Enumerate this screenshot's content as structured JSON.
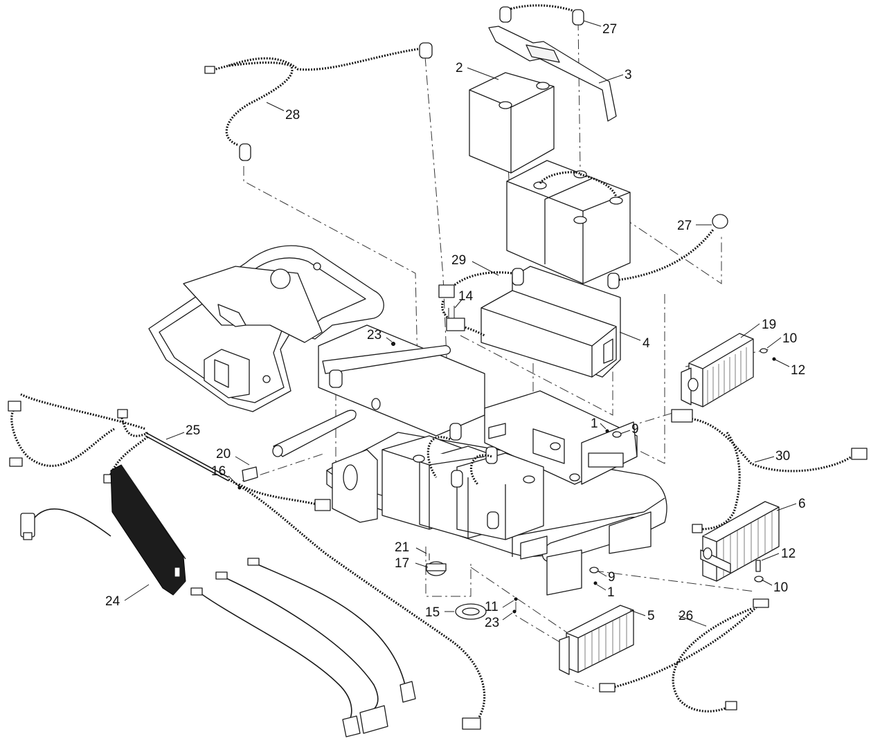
{
  "diagram": {
    "callouts": [
      {
        "id": "c-27a",
        "label": "27"
      },
      {
        "id": "c-2",
        "label": "2"
      },
      {
        "id": "c-3",
        "label": "3"
      },
      {
        "id": "c-28",
        "label": "28"
      },
      {
        "id": "c-27b",
        "label": "27"
      },
      {
        "id": "c-29",
        "label": "29"
      },
      {
        "id": "c-14",
        "label": "14"
      },
      {
        "id": "c-23a",
        "label": "23"
      },
      {
        "id": "c-4",
        "label": "4"
      },
      {
        "id": "c-19",
        "label": "19"
      },
      {
        "id": "c-10a",
        "label": "10"
      },
      {
        "id": "c-12a",
        "label": "12"
      },
      {
        "id": "c-25",
        "label": "25"
      },
      {
        "id": "c-1a",
        "label": "1"
      },
      {
        "id": "c-9a",
        "label": "9"
      },
      {
        "id": "c-30",
        "label": "30"
      },
      {
        "id": "c-20",
        "label": "20"
      },
      {
        "id": "c-16",
        "label": "16"
      },
      {
        "id": "c-6",
        "label": "6"
      },
      {
        "id": "c-21",
        "label": "21"
      },
      {
        "id": "c-17",
        "label": "17"
      },
      {
        "id": "c-12b",
        "label": "12"
      },
      {
        "id": "c-9b",
        "label": "9"
      },
      {
        "id": "c-10b",
        "label": "10"
      },
      {
        "id": "c-1b",
        "label": "1"
      },
      {
        "id": "c-24",
        "label": "24"
      },
      {
        "id": "c-15",
        "label": "15"
      },
      {
        "id": "c-11",
        "label": "11"
      },
      {
        "id": "c-23b",
        "label": "23"
      },
      {
        "id": "c-5",
        "label": "5"
      },
      {
        "id": "c-26",
        "label": "26"
      }
    ]
  }
}
